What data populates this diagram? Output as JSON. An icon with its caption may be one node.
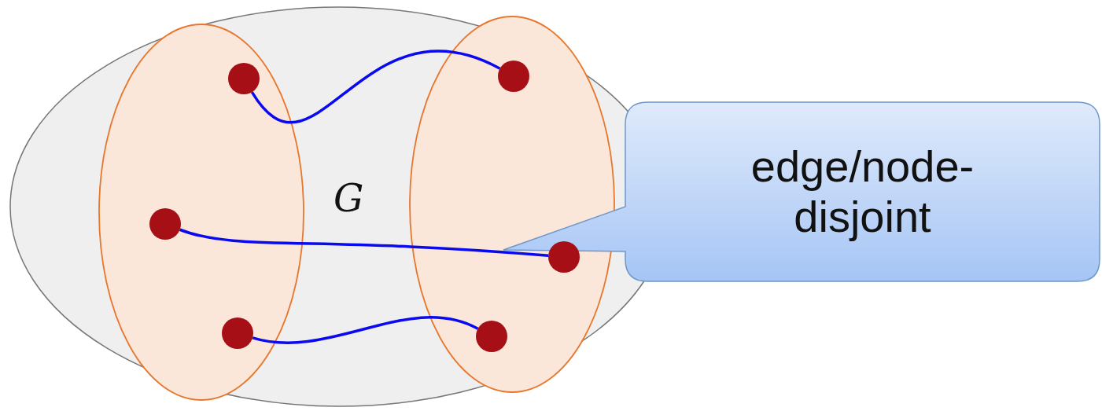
{
  "diagram": {
    "nodes": [
      {
        "text": [
          "G"
        ]
      },
      {
        "text": [],
        "shape": "ellipse",
        "in": 0
      },
      {
        "text": [],
        "shape": "circle",
        "in": 1
      },
      {
        "text": [],
        "shape": "circle",
        "in": 1
      },
      {
        "text": [],
        "shape": "circle",
        "in": 1
      },
      {
        "text": [],
        "shape": "ellipse",
        "in": 0
      },
      {
        "text": [],
        "shape": "circle",
        "in": 5
      },
      {
        "text": [],
        "shape": "circle",
        "in": 5
      },
      {
        "text": [],
        "shape": "circle",
        "in": 5
      },
      {
        "text": [
          "edge/node-disjoint"
        ]
      }
    ],
    "edges": [
      {
        "from": 2,
        "to": 6,
        "arrow": "none"
      },
      {
        "from": 3,
        "to": 7,
        "arrow": "none"
      },
      {
        "from": 4,
        "to": 8,
        "arrow": "none"
      }
    ]
  }
}
